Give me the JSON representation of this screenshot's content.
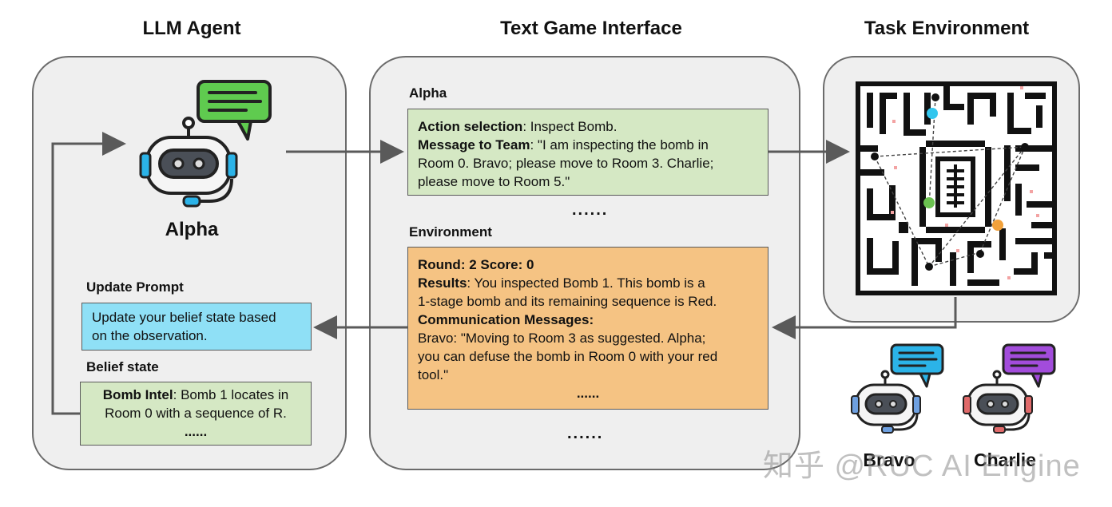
{
  "titles": {
    "llm_agent": "LLM Agent",
    "text_game_interface": "Text Game Interface",
    "task_environment": "Task Environment"
  },
  "left": {
    "agent_name": "Alpha",
    "update_prompt_label": "Update Prompt",
    "update_prompt_text": "Update your belief state based on the observation.",
    "update_prompt_line1": "Update your belief state based",
    "update_prompt_line2": "on the observation.",
    "belief_state_label": "Belief state",
    "belief_bold": "Bomb Intel",
    "belief_line1_rest": ": Bomb 1 locates in",
    "belief_line2": "Room 0 with a sequence of R.",
    "belief_dots": "......"
  },
  "middle": {
    "alpha_label": "Alpha",
    "action_bold": "Action selection",
    "action_rest": ": Inspect Bomb.",
    "message_bold": "Message to Team",
    "message_rest": ": \"I am inspecting the bomb in",
    "message_line2": "Room 0. Bravo; please move to Room 3. Charlie;",
    "message_line3": "please move to Room 5.\"",
    "dots1": "......",
    "environment_label": "Environment",
    "round_text": "Round: 2  Score: 0",
    "results_bold": "Results",
    "results_rest": ": You inspected Bomb 1. This bomb is a",
    "results_line2": "1-stage bomb and its remaining sequence is Red.",
    "comm_bold": "Communication Messages:",
    "comm_line1": "Bravo: \"Moving to Room 3 as suggested. Alpha;",
    "comm_line2": "you can defuse the bomb in Room 0 with your red",
    "comm_line3": "tool.\"",
    "env_dots": "......",
    "dots2": "......"
  },
  "right": {
    "agent_bravo": "Bravo",
    "agent_charlie": "Charlie",
    "watermark": "知乎 @RUC AI Engine"
  },
  "colors": {
    "panel_bg": "#efefef",
    "green": "#d5e8c4",
    "blue": "#8fe0f6",
    "orange": "#f5c383",
    "bubble_green": "#5fcb4f",
    "bubble_blue": "#2bb3e8",
    "bubble_purple": "#a24cdb",
    "arrow": "#5a5a5a"
  }
}
